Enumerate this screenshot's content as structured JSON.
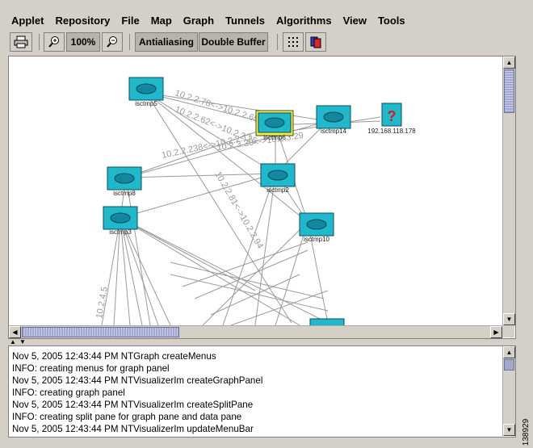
{
  "menus": [
    "Applet",
    "Repository",
    "File",
    "Map",
    "Graph",
    "Tunnels",
    "Algorithms",
    "View",
    "Tools"
  ],
  "toolbar": {
    "zoom_label": "100%",
    "antialiasing_label": "Antialiasing",
    "double_buffer_label": "Double Buffer"
  },
  "graph": {
    "nodes": [
      {
        "id": "isctmp5",
        "label": "isctmp5",
        "type": "router",
        "selected": false
      },
      {
        "id": "isctmp6",
        "label": "isctmp6",
        "type": "router",
        "selected": true
      },
      {
        "id": "isctmp14",
        "label": "isctmp14",
        "type": "router",
        "selected": false
      },
      {
        "id": "unknown",
        "label": "192.168.118.178",
        "type": "unknown",
        "selected": false
      },
      {
        "id": "isctmp8",
        "label": "isctmp8",
        "type": "router",
        "selected": false
      },
      {
        "id": "isctmp2",
        "label": "isctmp2",
        "type": "router",
        "selected": false
      },
      {
        "id": "isctmp3",
        "label": "isctmp3",
        "type": "router",
        "selected": false
      },
      {
        "id": "isctmp10",
        "label": "isctmp10",
        "type": "router",
        "selected": false
      }
    ],
    "edge_labels": [
      "10.2.2.78<->10.2.2.65",
      "10.2.2.62<->10.2.2.25",
      "10.2.2.238<->10.2.2.17",
      "10.2.3.30<->10.2.3.29",
      "10.2.2.81<->10.2.2.94",
      "10.2.4.5"
    ],
    "colors": {
      "edge": "#9a9a9a",
      "router_face": "#22b8cc",
      "selected": "#f2ef3a",
      "unknown": "#d41919"
    }
  },
  "log": {
    "lines": [
      "Nov 5, 2005 12:43:44 PM NTGraph createMenus",
      "INFO: creating menus for graph panel",
      "Nov 5, 2005 12:43:44 PM NTVisualizerIm createGraphPanel",
      "INFO: creating graph panel",
      "Nov 5, 2005 12:43:44 PM NTVisualizerIm createSplitPane",
      "INFO: creating split pane for graph pane and data pane",
      "Nov 5, 2005 12:43:44 PM NTVisualizerIm updateMenuBar"
    ]
  },
  "figure_id": "138929"
}
